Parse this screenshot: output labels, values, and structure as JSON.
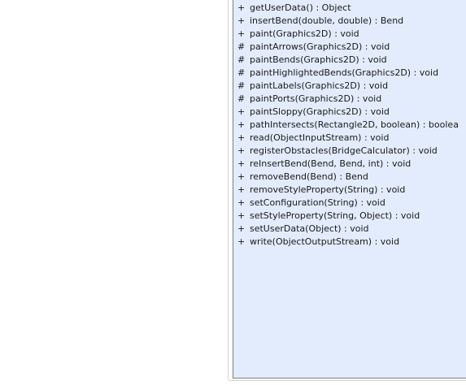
{
  "methods": [
    {
      "vis": "+",
      "sig": "getUserData() : Object"
    },
    {
      "vis": "+",
      "sig": "insertBend(double, double) : Bend"
    },
    {
      "vis": "+",
      "sig": "paint(Graphics2D) : void"
    },
    {
      "vis": "#",
      "sig": "paintArrows(Graphics2D) : void"
    },
    {
      "vis": "#",
      "sig": "paintBends(Graphics2D) : void"
    },
    {
      "vis": "#",
      "sig": "paintHighlightedBends(Graphics2D) : void"
    },
    {
      "vis": "#",
      "sig": "paintLabels(Graphics2D) : void"
    },
    {
      "vis": "#",
      "sig": "paintPorts(Graphics2D) : void"
    },
    {
      "vis": "+",
      "sig": "paintSloppy(Graphics2D) : void"
    },
    {
      "vis": "+",
      "sig": "pathIntersects(Rectangle2D, boolean) : boolea"
    },
    {
      "vis": "+",
      "sig": "read(ObjectInputStream) : void"
    },
    {
      "vis": "+",
      "sig": "registerObstacles(BridgeCalculator) : void"
    },
    {
      "vis": "+",
      "sig": "reInsertBend(Bend, Bend, int) : void"
    },
    {
      "vis": "+",
      "sig": "removeBend(Bend) : Bend"
    },
    {
      "vis": "+",
      "sig": "removeStyleProperty(String) : void"
    },
    {
      "vis": "+",
      "sig": "setConfiguration(String) : void"
    },
    {
      "vis": "+",
      "sig": "setStyleProperty(String, Object) : void"
    },
    {
      "vis": "+",
      "sig": "setUserData(Object) : void"
    },
    {
      "vis": "+",
      "sig": "write(ObjectOutputStream) : void"
    }
  ]
}
